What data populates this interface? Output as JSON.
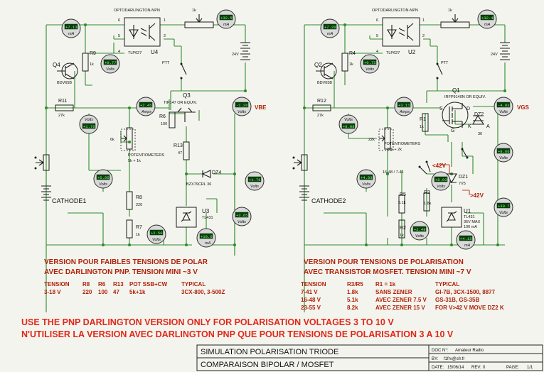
{
  "left": {
    "optocoupler": {
      "title": "OPTODARLINGTON-NPN",
      "ref": "U4",
      "model": "TLP627",
      "pins": [
        "6",
        "5",
        "4",
        "1",
        "2"
      ]
    },
    "q4": {
      "ref": "Q4",
      "model": "BDV65B"
    },
    "r9": {
      "ref": "R9",
      "value": "1k"
    },
    "r11": {
      "ref": "R11",
      "value": "27k"
    },
    "q3": {
      "ref": "Q3",
      "model": "TIP147 OR EQUIV."
    },
    "r6": {
      "ref": "R6",
      "value": "100"
    },
    "r13": {
      "ref": "R13",
      "value": "47"
    },
    "pot": {
      "value": "6k",
      "label": "POTENTIOMETERS",
      "sub": "5k + 1k"
    },
    "r8": {
      "ref": "R8",
      "value": "220"
    },
    "r7": {
      "ref": "R7",
      "value": "1k"
    },
    "dz4": {
      "ref": "DZ4",
      "model": "BZX79CRL 36"
    },
    "u3": {
      "ref": "U3",
      "model": "TL431"
    },
    "trim": {
      "value": "1k"
    },
    "supply": {
      "value": "24V"
    },
    "ptt": "PTT",
    "cathode": "CATHODE1",
    "vbe": "VBE",
    "meters": [
      {
        "value": "+7.13",
        "unit": "mA"
      },
      {
        "value": "+32.5",
        "unit": "mA"
      },
      {
        "value": "+0.77",
        "unit": "Volts"
      },
      {
        "value": "+2.45",
        "unit": "Amps"
      },
      {
        "value": "-1.26",
        "unit": "Volts"
      },
      {
        "value": "+1.76",
        "unit": "Volts"
      },
      {
        "value": "+5.05",
        "unit": "Volts"
      },
      {
        "value": "+2.50",
        "unit": "Volts"
      },
      {
        "value": "+10.6",
        "unit": "mA"
      },
      {
        "value": "+1.76",
        "unit": "Volts"
      },
      {
        "value": "+3.65",
        "unit": "Volts"
      }
    ],
    "caption1": "VERSION POUR FAIBLES TENSIONS DE POLAR",
    "caption2": "AVEC DARLINGTON PNP. TENSION MINI ~3 V",
    "table": {
      "headers": [
        "TENSION",
        "R8",
        "R6",
        "R13",
        "POT SSB+CW",
        "TYPICAL"
      ],
      "row": [
        "3-18 V",
        "220",
        "100",
        "47",
        "5k+1k",
        "3CX-800, 3-500Z"
      ]
    }
  },
  "right": {
    "optocoupler": {
      "title": "OPTODARLINGTON-NPN",
      "ref": "U2",
      "model": "TLP627",
      "pins": [
        "6",
        "5",
        "4",
        "1",
        "2"
      ]
    },
    "q2": {
      "ref": "Q2",
      "model": "BDV65B"
    },
    "r4": {
      "ref": "R4",
      "value": "1k"
    },
    "r12": {
      "ref": "R12",
      "value": "27k"
    },
    "q1": {
      "ref": "Q1",
      "model": "IRFP9140N OR EQUIV."
    },
    "r1": {
      "ref": "R1",
      "value": "1k"
    },
    "dz2": {
      "ref": "DZ2",
      "value": "36"
    },
    "pot": {
      "value": "22k",
      "label": "POTENTIOMETERS",
      "sub": "20k + 2k"
    },
    "dz1": {
      "ref": "DZ1",
      "value": "7V5"
    },
    "r5": {
      "ref": "R5",
      "value": "5.1k"
    },
    "r3": {
      "ref": "R3",
      "value": "1.8k"
    },
    "r2": {
      "ref": "R2",
      "value": "1k"
    },
    "u1": {
      "ref": "U1",
      "model": "TL431",
      "spec1": "36V MAX",
      "spec2": "100 mA"
    },
    "trim": {
      "value": "2k"
    },
    "supply": {
      "value": "24V"
    },
    "ptt": "PTT",
    "cathode": "CATHODE2",
    "vgs": "VGS",
    "jumper_label": "16-48 / 7-41",
    "lt42": "<42V",
    "gt42": ">42V",
    "fet_pins": [
      "S",
      "D",
      "G",
      "K",
      "A"
    ],
    "meters": [
      {
        "value": "+7.20",
        "unit": "mA"
      },
      {
        "value": "+32.4",
        "unit": "mA"
      },
      {
        "value": "+0.75",
        "unit": "Volts"
      },
      {
        "value": "+3.11",
        "unit": "Amps"
      },
      {
        "value": "-4.03",
        "unit": "Volts"
      },
      {
        "value": "+8.08",
        "unit": "Volts"
      },
      {
        "value": "+4.93",
        "unit": "Volts"
      },
      {
        "value": "+2.49",
        "unit": "Volts"
      },
      {
        "value": "+4.15",
        "unit": "mA"
      },
      {
        "value": "+8.66",
        "unit": "Volts"
      },
      {
        "value": "+8.93",
        "unit": "Volts"
      },
      {
        "value": "+30.7",
        "unit": "Volts"
      }
    ],
    "caption1": "VERSION POUR TENSIONS DE POLARISATION",
    "caption2": "AVEC TRANSISTOR MOSFET. TENSION MINI ~7 V",
    "table": {
      "headers": [
        "TENSION",
        "R3/R5",
        "R1 = 1k",
        "TYPICAL"
      ],
      "rows": [
        [
          "7-41 V",
          "1.8k",
          "SANS ZENER",
          "GI-7B, 3CX-1500, 8877"
        ],
        [
          "16-48 V",
          "5.1k",
          "AVEC ZENER 7.5 V",
          "GS-31B, GS-35B"
        ],
        [
          "23-55 V",
          "8.2k",
          "AVEC ZENER 15 V",
          "FOR V>42 V MOVE DZ2 K"
        ]
      ]
    }
  },
  "warning_en": "USE THE PNP DARLINGTON VERSION ONLY FOR POLARISATION VOLTAGES 3 TO 10 V",
  "warning_fr": "N'UTILISER LA VERSION AVEC DARLINGTON PNP QUE POUR TENSIONS DE POLARISATION 3 A 10 V",
  "title_block": {
    "title1": "SIMULATION POLARISATION TRIODE",
    "title2": "COMPARAISON BIPOLAR / MOSFET",
    "doc_label": "DOC N°:",
    "doc_value": "Amateur Radio",
    "by_label": "BY:",
    "by_value": "f1frv@sfr.fr",
    "date_label": "DATE:",
    "date_value": "15/06/14",
    "rev_label": "REV:",
    "rev_value": "0",
    "page_label": "PAGE:",
    "page_value": "1/1"
  },
  "colors": {
    "wire": "#2e8b2e",
    "annotation": "#b0220a",
    "warning": "#e0281a",
    "meter_display": "#0b3d0b",
    "meter_digits": "#7cff7c"
  }
}
